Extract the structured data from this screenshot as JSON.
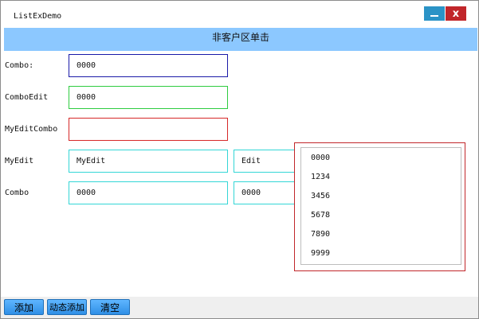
{
  "window": {
    "title": "ListExDemo",
    "minimize_symbol": "_",
    "close_symbol": "x"
  },
  "banner": {
    "text": "非客户区单击"
  },
  "rows": [
    {
      "label": "Combo:",
      "value": "0000"
    },
    {
      "label": "ComboEdit",
      "value": "0000"
    },
    {
      "label": "MyEditCombo",
      "value": ""
    },
    {
      "label": "MyEdit",
      "value": "MyEdit",
      "second_value": "Edit"
    },
    {
      "label": "Combo",
      "value": "0000",
      "second_value": "0000"
    }
  ],
  "dropdown": {
    "items": [
      "0000",
      "1234",
      "3456",
      "5678",
      "7890",
      "9999"
    ]
  },
  "buttons": {
    "add": "添加",
    "dynamic_add": "动态添加",
    "clear": "清空"
  },
  "colors": {
    "banner": "#8cc8ff",
    "combo_border": "#1a1aa8",
    "comboedit_border": "#2ecc40",
    "myeditcombo_border": "#d62828",
    "cyan_border": "#33d6d6",
    "dropdown_border": "#c1262a",
    "button_blue": "#3a9cf0"
  }
}
